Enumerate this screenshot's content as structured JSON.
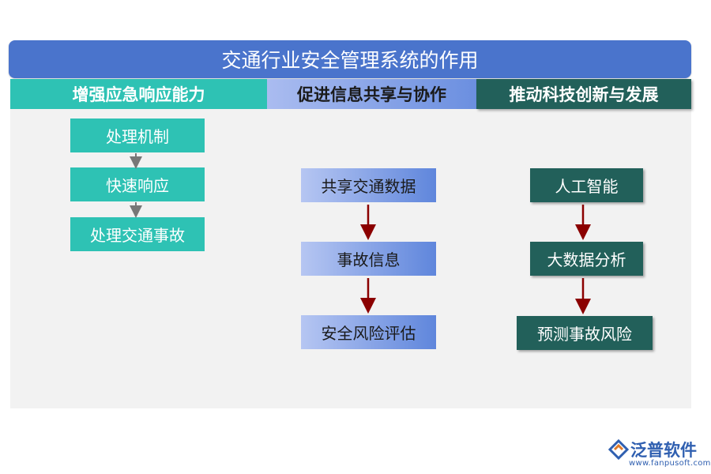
{
  "title": "交通行业安全管理系统的作用",
  "columns": [
    {
      "heading": "增强应急响应能力",
      "steps": [
        "处理机制",
        "快速响应",
        "处理交通事故"
      ]
    },
    {
      "heading": "促进信息共享与协作",
      "steps": [
        "共享交通数据",
        "事故信息",
        "安全风险评估"
      ]
    },
    {
      "heading": "推动科技创新与发展",
      "steps": [
        "人工智能",
        "大数据分析",
        "预测事故风险"
      ]
    }
  ],
  "logo": {
    "name": "泛普软件",
    "url": "www.fanpusoft.com"
  },
  "colors": {
    "title_bar": "#4a74cc",
    "teal": "#2ec2b4",
    "blue": "#6b8fe0",
    "dark_green": "#22605a",
    "gray_arrow": "#777777",
    "red_arrow": "#8b0000"
  }
}
